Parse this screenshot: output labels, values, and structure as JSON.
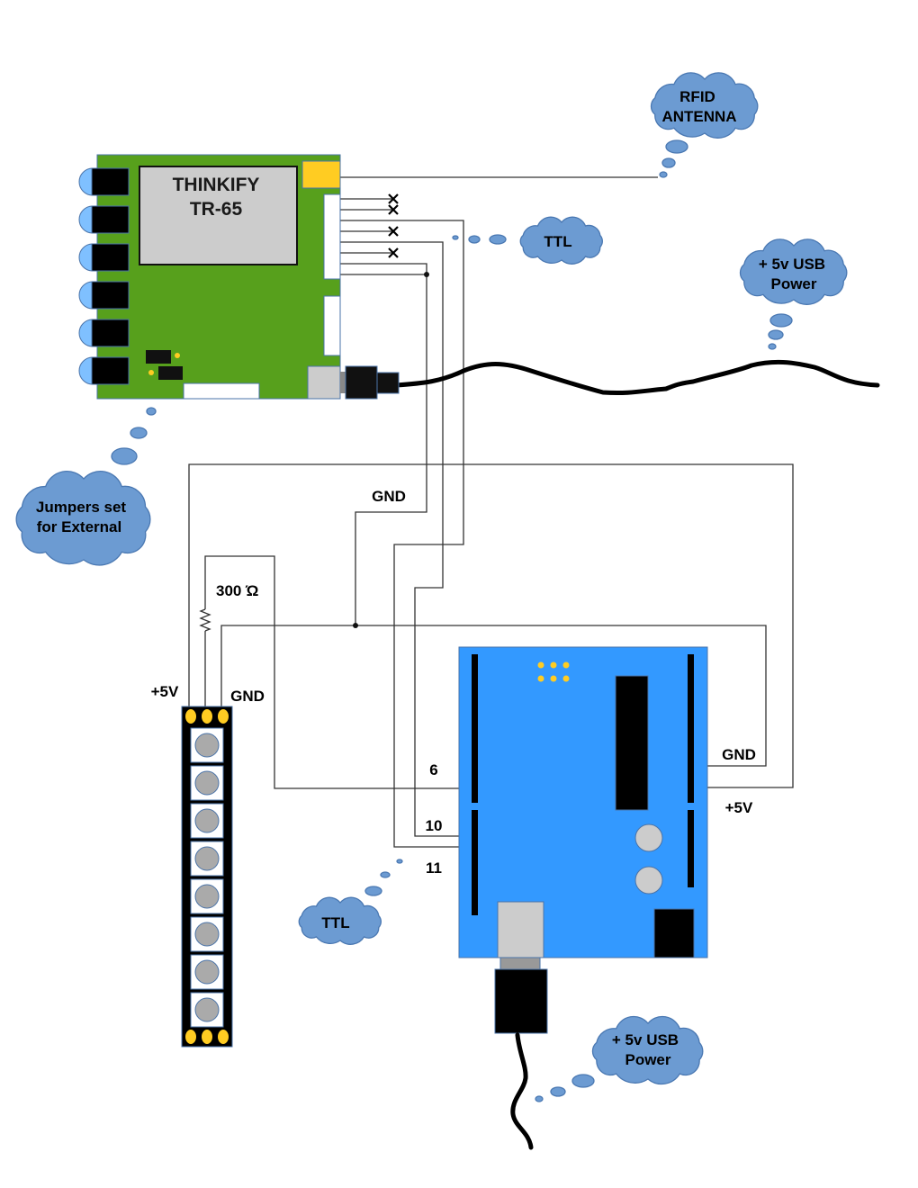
{
  "reader": {
    "name_line1": "THINKIFY",
    "name_line2": "TR-65"
  },
  "clouds": {
    "rfid_antenna": {
      "line1": "RFID",
      "line2": "ANTENNA"
    },
    "ttl_top": {
      "line1": "TTL"
    },
    "usb_power_top": {
      "line1": "+ 5v USB",
      "line2": "Power"
    },
    "jumpers": {
      "line1": "Jumpers set",
      "line2": "for External"
    },
    "ttl_bottom": {
      "line1": "TTL"
    },
    "usb_power_bottom": {
      "line1": "+ 5v USB",
      "line2": "Power"
    }
  },
  "wire_labels": {
    "reader_gnd": "GND",
    "resistor": "300 Ώ",
    "strip_5v": "+5V",
    "strip_gnd": "GND",
    "pin_6": "6",
    "pin_10": "10",
    "pin_11": "11",
    "arduino_gnd": "GND",
    "arduino_5v": "+5V"
  },
  "led_strip": {
    "led_count": 8
  },
  "colors": {
    "reader_board": "#57a01c",
    "arduino_board": "#3399ff",
    "cloud_fill": "#6c9bd2",
    "pad_yellow": "#ffcc22"
  }
}
